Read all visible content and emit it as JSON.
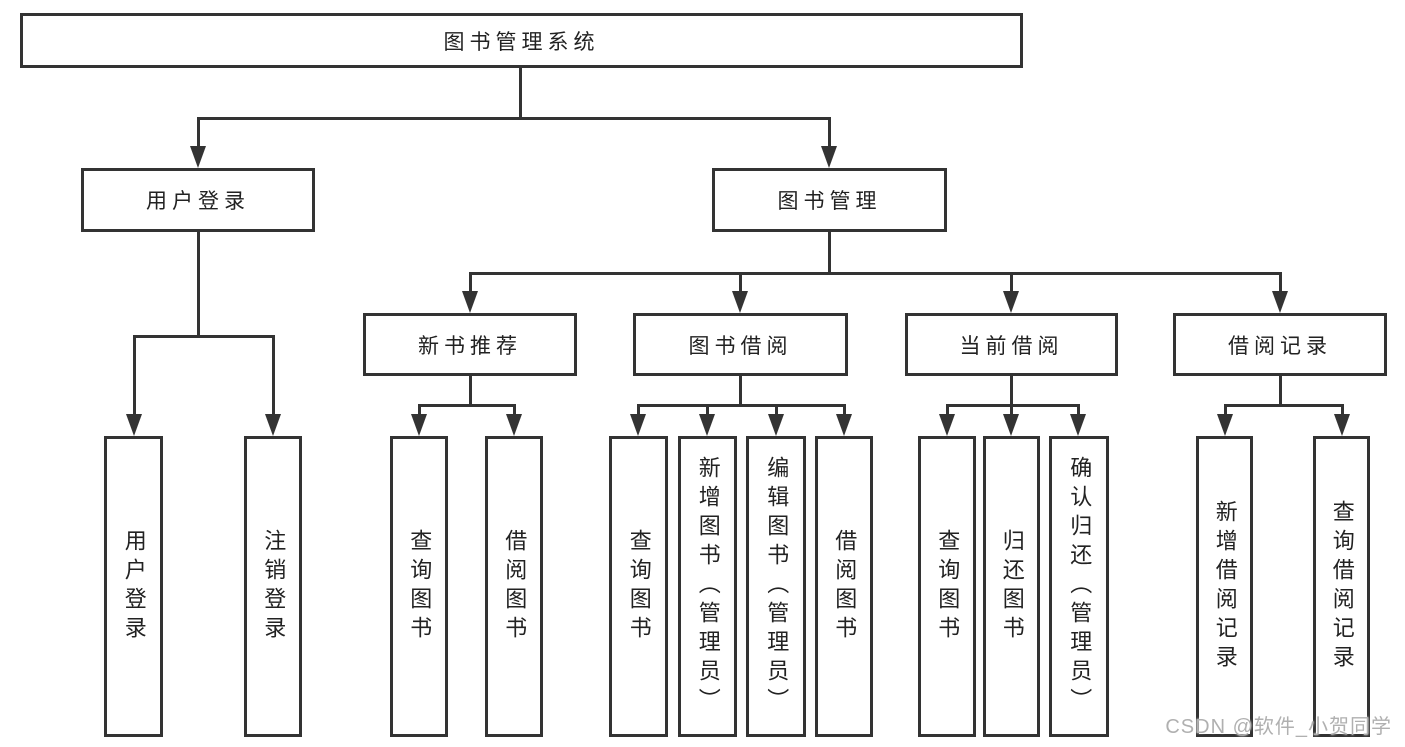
{
  "colors": {
    "line": "#333333",
    "box_border": "#333333",
    "text": "#222222",
    "watermark": "#b0b0b0",
    "background": "#ffffff"
  },
  "tree": {
    "label": "图书管理系统",
    "children": [
      {
        "label": "用户登录",
        "children": [
          "用户登录",
          "注销登录"
        ]
      },
      {
        "label": "图书管理",
        "children": [
          {
            "label": "新书推荐",
            "children": [
              "查询图书",
              "借阅图书"
            ]
          },
          {
            "label": "图书借阅",
            "children": [
              "查询图书",
              "新增图书（管理员）",
              "编辑图书（管理员）",
              "借阅图书"
            ]
          },
          {
            "label": "当前借阅",
            "children": [
              "查询图书",
              "归还图书",
              "确认归还（管理员）"
            ]
          },
          {
            "label": "借阅记录",
            "children": [
              "新增借阅记录",
              "查询借阅记录"
            ]
          }
        ]
      }
    ]
  },
  "watermark": {
    "text": "CSDN @软件_小贺同学"
  }
}
